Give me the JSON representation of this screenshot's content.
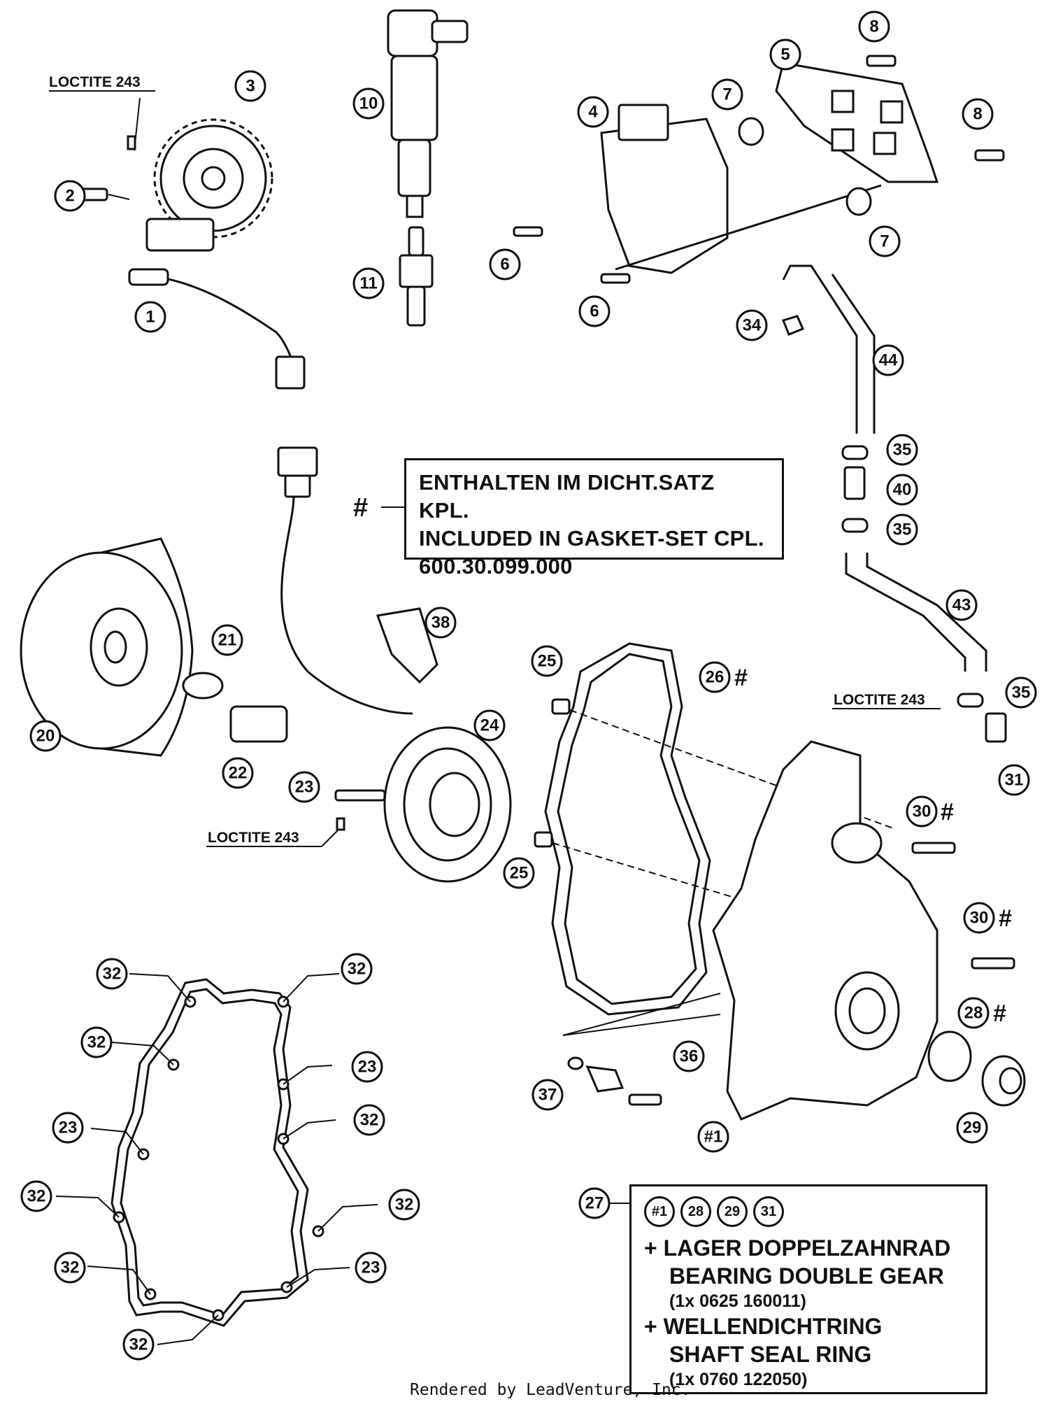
{
  "notes": {
    "loctite_1": "LOCTITE 243",
    "loctite_2": "LOCTITE 243",
    "loctite_3": "LOCTITE 243"
  },
  "gasket_note": {
    "marker": "#",
    "line1": "ENTHALTEN IM DICHT.SATZ KPL.",
    "line2": "INCLUDED IN GASKET-SET CPL.",
    "line3": "600.30.099.000"
  },
  "kit_note": {
    "refs": [
      "#1",
      "28",
      "29",
      "31"
    ],
    "line1": "+ LAGER DOPPELZAHNRAD",
    "line2": "BEARING DOUBLE GEAR",
    "line3": "(1x 0625 160011)",
    "line4": "+ WELLENDICHTRING",
    "line5": "SHAFT SEAL RING",
    "line6": "(1x 0760 122050)"
  },
  "callouts": {
    "c1": "1",
    "c2": "2",
    "c3": "3",
    "c4": "4",
    "c5": "5",
    "c6a": "6",
    "c6b": "6",
    "c7a": "7",
    "c7b": "7",
    "c8a": "8",
    "c8b": "8",
    "c10": "10",
    "c11": "11",
    "c20": "20",
    "c21": "21",
    "c22": "22",
    "c23": "23",
    "c24": "24",
    "c25a": "25",
    "c25b": "25",
    "c26": "26",
    "c27": "27",
    "c28": "28",
    "c29": "29",
    "c30a": "30",
    "c30b": "30",
    "c31": "31",
    "c34": "34",
    "c35a": "35",
    "c35b": "35",
    "c35c": "35",
    "c36": "36",
    "c37": "37",
    "c38": "38",
    "c40": "40",
    "c43": "43",
    "c44": "44",
    "c1h": "#1",
    "g32a": "32",
    "g32b": "32",
    "g32c": "32",
    "g32d": "32",
    "g32e": "32",
    "g32f": "32",
    "g32g": "32",
    "g32h": "32",
    "g23a": "23",
    "g23b": "23",
    "g23c": "23"
  },
  "hash_marks": {
    "h26": "#",
    "h30a": "#",
    "h30b": "#",
    "h28": "#"
  },
  "footer": "Rendered by LeadVenture, Inc."
}
